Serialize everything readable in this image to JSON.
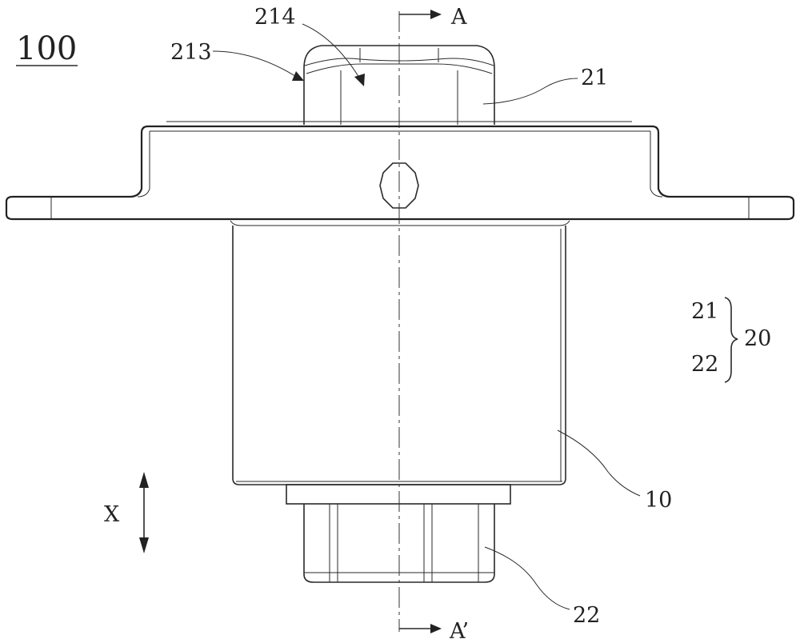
{
  "figure": {
    "ref": "100",
    "section_mark_top": "A",
    "section_mark_bottom": "A’",
    "direction_label": "X"
  },
  "labels": {
    "l214": "214",
    "l213": "213",
    "l21": "21",
    "l10": "10",
    "l22": "22"
  },
  "group": {
    "item_a": "21",
    "item_b": "22",
    "total": "20"
  }
}
